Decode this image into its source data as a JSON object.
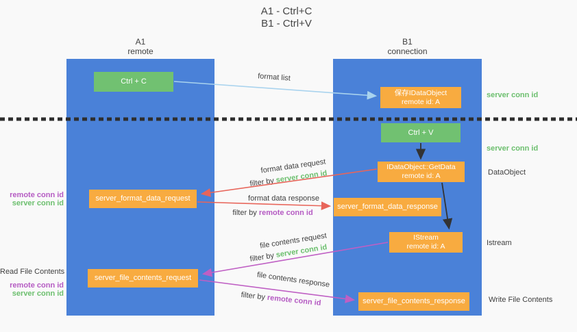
{
  "title": {
    "line1": "A1 - Ctrl+C",
    "line2": "B1 - Ctrl+V"
  },
  "columns": {
    "a": {
      "header_line1": "A1",
      "header_line2": "remote"
    },
    "b": {
      "header_line1": "B1",
      "header_line2": "connection"
    }
  },
  "nodes": {
    "ctrl_c": "Ctrl + C",
    "ctrl_v": "Ctrl + V",
    "save_dataobject_line1": "保存IDataObject",
    "save_dataobject_line2": "remote id: A",
    "getdata_line1": "IDataObject::GetData",
    "getdata_line2": "remote id: A",
    "istream_line1": "IStream",
    "istream_line2": "remote id: A",
    "format_request": "server_format_data_request",
    "format_response": "server_format_data_response",
    "file_request": "server_file_contents_request",
    "file_response": "server_file_contents_response"
  },
  "edge_labels": {
    "format_list": "format list",
    "format_data_request": "format data request",
    "format_data_response": "format data response",
    "file_contents_request": "file contents request",
    "file_contents_response": "file contents response",
    "filter_by": "filter by ",
    "server_conn_id": "server conn id",
    "remote_conn_id": "remote conn id"
  },
  "side_labels": {
    "remote_conn_id": "remote conn id",
    "server_conn_id": "server conn id",
    "read_file_contents": "Read File Contents",
    "write_file_contents": "Write File Contents",
    "dataobject": "DataObject",
    "istream": "Istream"
  },
  "colors": {
    "column_blue": "#4a81d8",
    "box_green": "#71c171",
    "box_orange": "#f8ab40",
    "arrow_red": "#e8655a",
    "arrow_magenta": "#bf5fc4",
    "arrow_lightblue": "#a9d3ee",
    "arrow_black": "#333333",
    "text_green": "#6cbf6e",
    "text_purple": "#b55bc3",
    "background": "#f9f9f9"
  }
}
